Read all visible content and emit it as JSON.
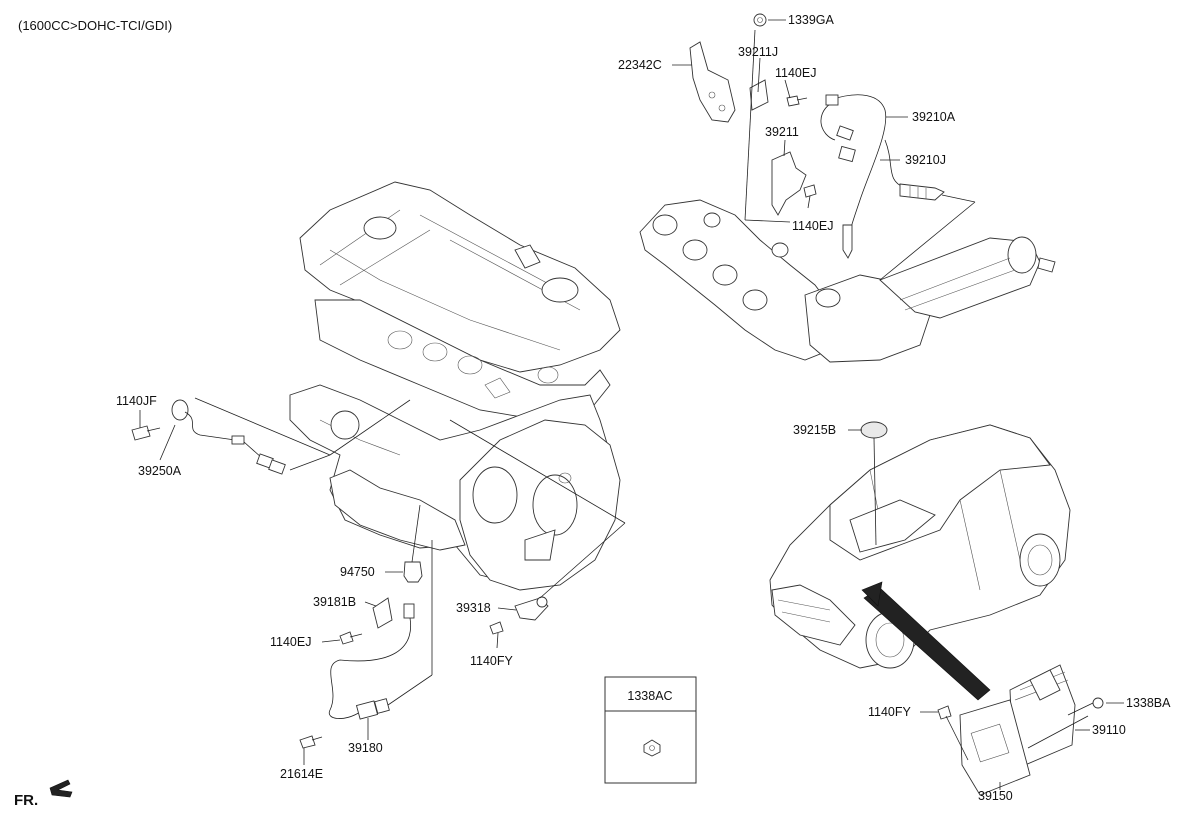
{
  "header": {
    "engine_note": "(1600CC>DOHC-TCI/GDI)"
  },
  "footer": {
    "front_indicator": "FR."
  },
  "inset_box": {
    "title": "1338AC"
  },
  "labels": {
    "p1339GA": "1339GA",
    "p22342C": "22342C",
    "p39211J": "39211J",
    "p1140EJ_top": "1140EJ",
    "p39210A": "39210A",
    "p39211": "39211",
    "p39210J": "39210J",
    "p1140EJ_mid": "1140EJ",
    "p1140JF": "1140JF",
    "p39250A": "39250A",
    "p39215B": "39215B",
    "p94750": "94750",
    "p39181B": "39181B",
    "p39318": "39318",
    "p1140EJ_low": "1140EJ",
    "p1140FY_mid": "1140FY",
    "p39180": "39180",
    "p21614E": "21614E",
    "p1140FY_right": "1140FY",
    "p1338BA": "1338BA",
    "p39110": "39110",
    "p39150": "39150"
  }
}
